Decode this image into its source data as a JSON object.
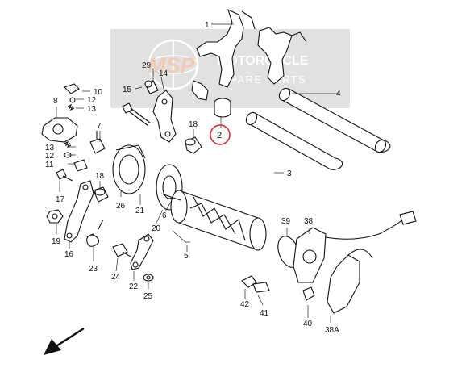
{
  "watermark": {
    "logo_text": "MSP",
    "line1": "MOTORCYCLE",
    "line2": "SPARE PARTS",
    "box_color": "#c9c9c9",
    "logo_color": "#e9a07a"
  },
  "highlight": {
    "part": "2",
    "color": "#d93030"
  },
  "callouts": {
    "p1": "1",
    "p2": "2",
    "p3": "3",
    "p4": "4",
    "p5": "5",
    "p6": "6",
    "p7": "7",
    "p8": "8",
    "p10": "10",
    "p11": "11",
    "p12a": "12",
    "p12b": "12",
    "p13a": "13",
    "p13b": "13",
    "p14": "14",
    "p15": "15",
    "p16": "16",
    "p17": "17",
    "p18a": "18",
    "p18b": "18",
    "p19": "19",
    "p20": "20",
    "p21": "21",
    "p22": "22",
    "p23": "23",
    "p24": "24",
    "p25": "25",
    "p26": "26",
    "p29": "29",
    "p38": "38",
    "p38a": "38A",
    "p39": "39",
    "p40": "40",
    "p41": "41",
    "p42": "42"
  },
  "direction_arrow": "front-direction-arrow"
}
